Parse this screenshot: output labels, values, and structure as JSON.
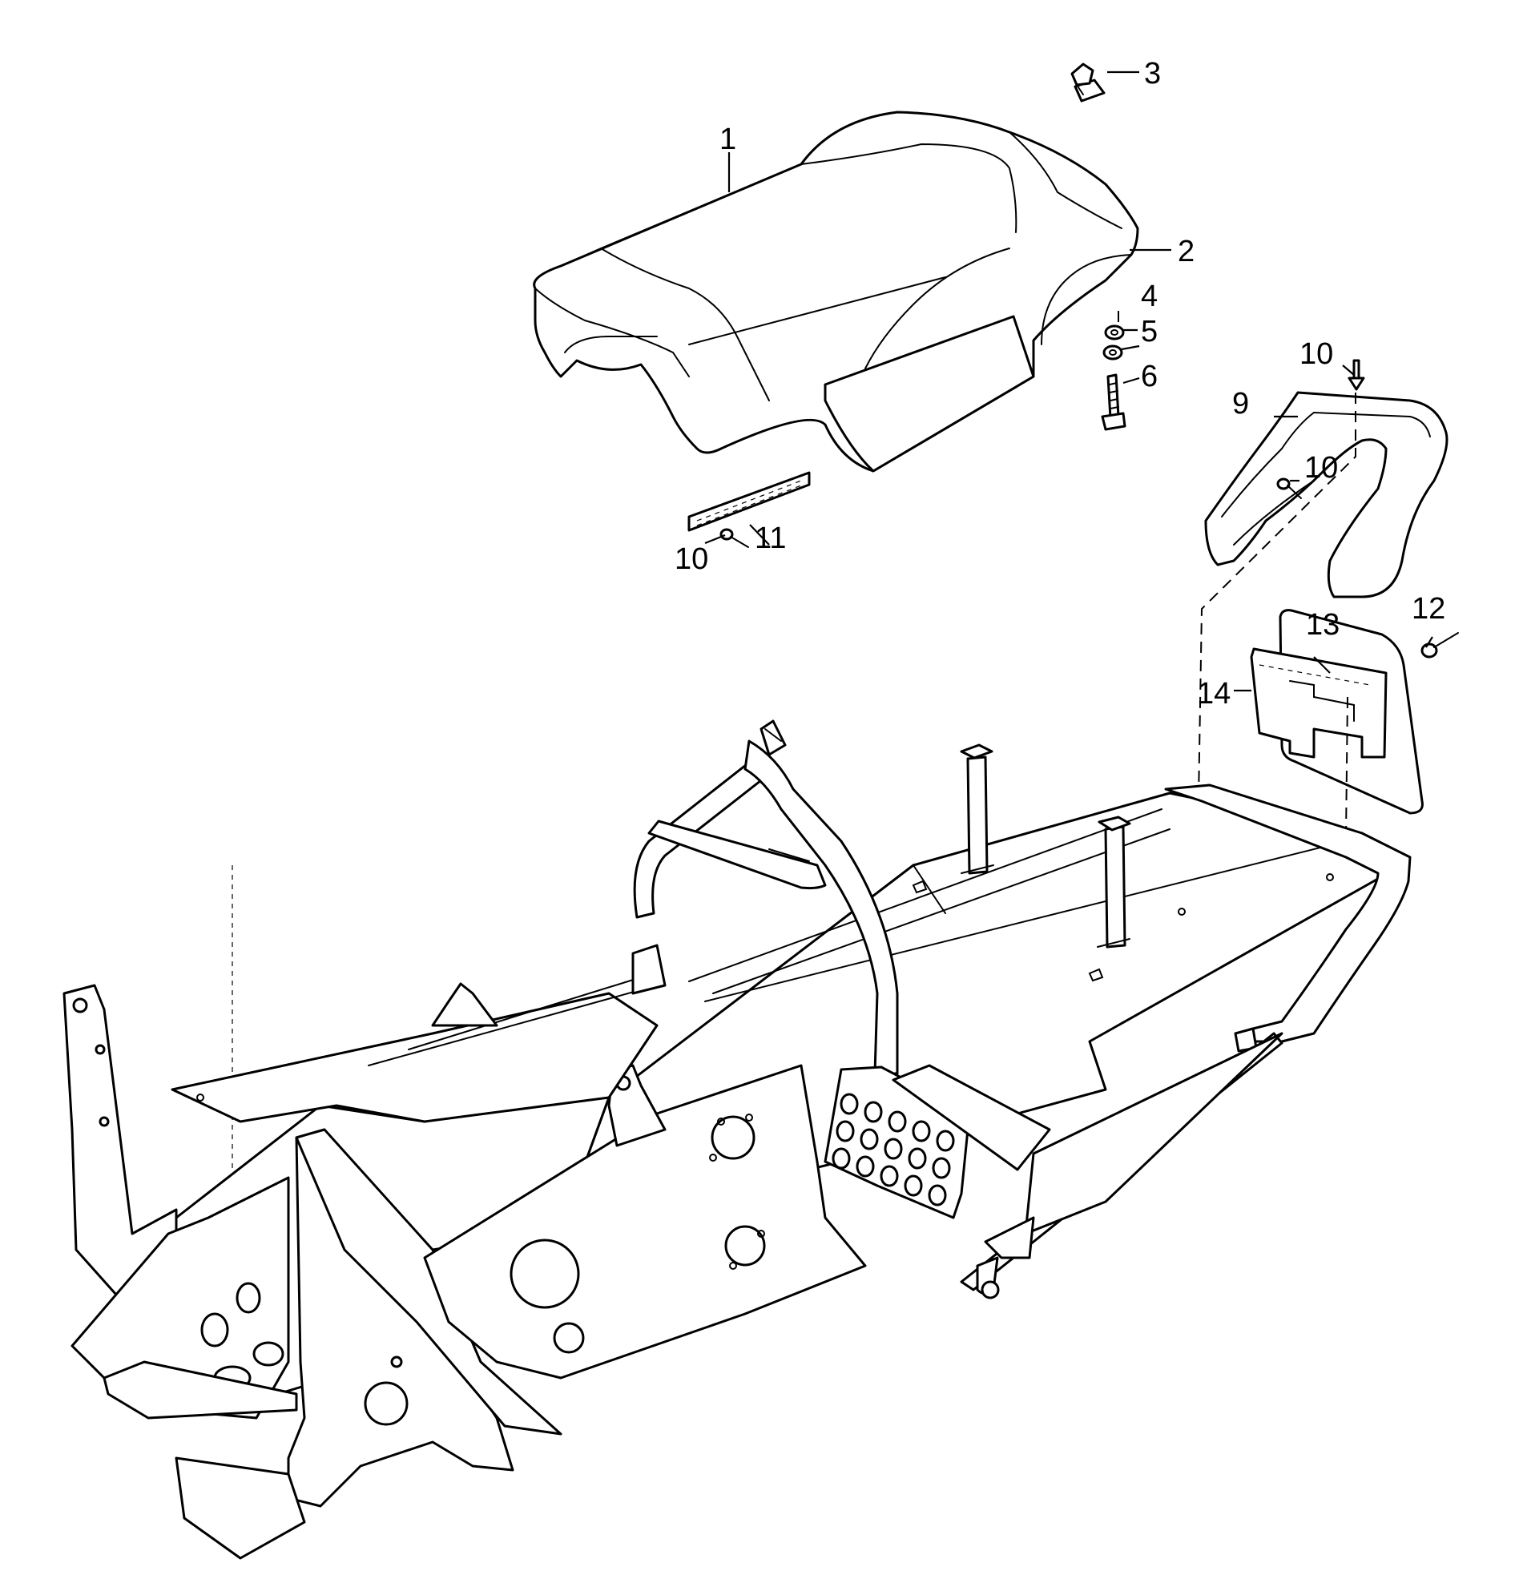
{
  "callouts": [
    {
      "id": "c1",
      "label": "1"
    },
    {
      "id": "c2",
      "label": "2"
    },
    {
      "id": "c3",
      "label": "3"
    },
    {
      "id": "c4",
      "label": "4"
    },
    {
      "id": "c5",
      "label": "5"
    },
    {
      "id": "c6",
      "label": "6"
    },
    {
      "id": "c9",
      "label": "9"
    },
    {
      "id": "c10a",
      "label": "10"
    },
    {
      "id": "c10b",
      "label": "10"
    },
    {
      "id": "c10c",
      "label": "10"
    },
    {
      "id": "c11",
      "label": "11"
    },
    {
      "id": "c12",
      "label": "12"
    },
    {
      "id": "c13",
      "label": "13"
    },
    {
      "id": "c14",
      "label": "14"
    }
  ],
  "colors": {
    "line": "#000000",
    "background": "#ffffff"
  }
}
